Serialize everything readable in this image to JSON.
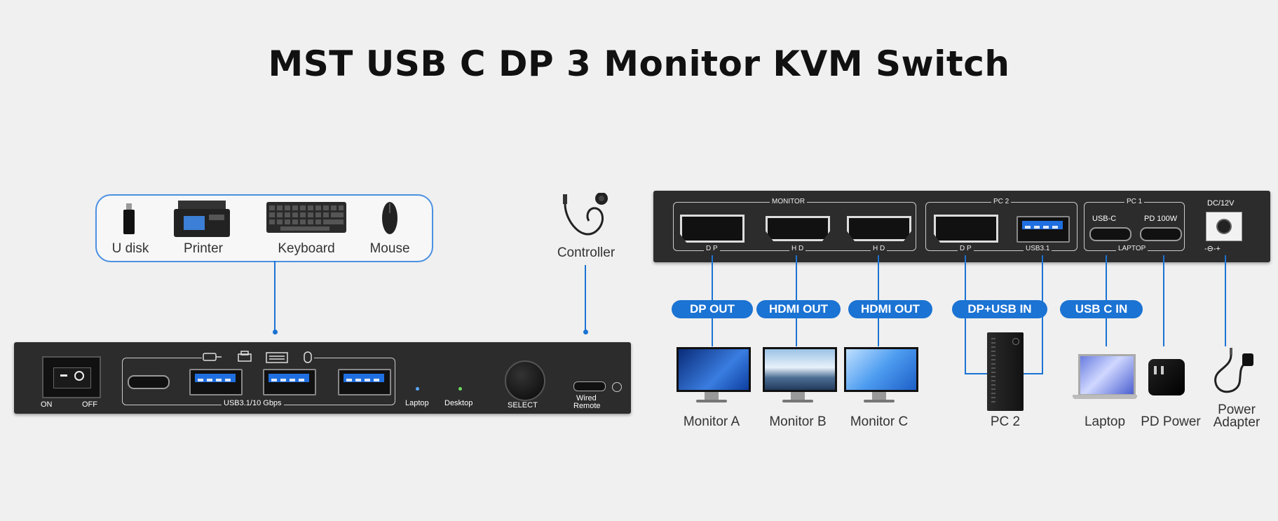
{
  "title": "MST USB C DP 3 Monitor KVM Switch",
  "peripherals": {
    "items": [
      {
        "label": "U disk",
        "icon": "usb-disk-icon"
      },
      {
        "label": "Printer",
        "icon": "printer-icon"
      },
      {
        "label": "Keyboard",
        "icon": "keyboard-icon"
      },
      {
        "label": "Mouse",
        "icon": "mouse-icon"
      }
    ]
  },
  "controller": {
    "label": "Controller",
    "icon": "wired-controller-icon"
  },
  "front_panel": {
    "power_on": "ON",
    "power_off": "OFF",
    "usb_label": "USB3.1/10 Gbps",
    "led_laptop": "Laptop",
    "led_desktop": "Desktop",
    "select": "SELECT",
    "wired_remote_line1": "Wired",
    "wired_remote_line2": "Remote"
  },
  "rear_panel": {
    "monitor_group": "MONITOR",
    "pc2_group": "PC 2",
    "pc1_group": "PC 1",
    "laptop_group": "LAPTOP",
    "dc_label": "DC/12V",
    "port_dp1": "D P",
    "port_hd1": "H D",
    "port_hd2": "H D",
    "port_dp2": "D P",
    "port_usb31": "USB3.1",
    "port_usbc": "USB-C",
    "port_pd": "PD 100W",
    "polarity": "-⊖-+"
  },
  "connections": {
    "dp_out": "DP OUT",
    "hdmi_out_1": "HDMI OUT",
    "hdmi_out_2": "HDMI OUT",
    "dp_usb_in": "DP+USB IN",
    "usb_c_in": "USB C IN"
  },
  "devices": {
    "monitor_a": "Monitor A",
    "monitor_b": "Monitor B",
    "monitor_c": "Monitor C",
    "pc2": "PC 2",
    "laptop": "Laptop",
    "pd_power": "PD Power",
    "power_adapter_line1": "Power",
    "power_adapter_line2": "Adapter"
  },
  "colors": {
    "accent": "#1b73d3",
    "device": "#2c2c2c",
    "background": "#f0f0f0"
  }
}
